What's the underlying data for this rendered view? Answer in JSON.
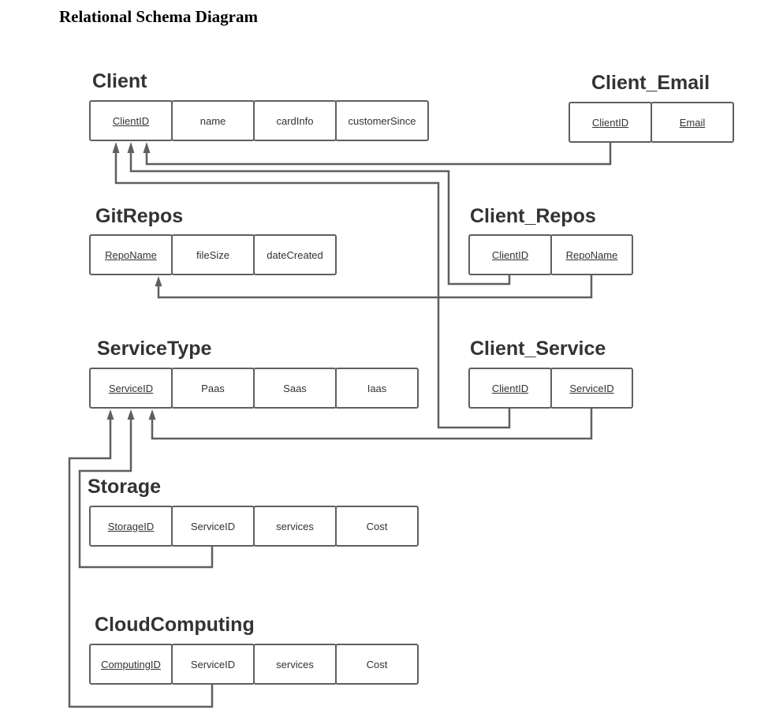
{
  "title": "Relational Schema Diagram",
  "tables": {
    "client": {
      "name": "Client",
      "columns": [
        {
          "label": "ClientID",
          "key": true
        },
        {
          "label": "name",
          "key": false
        },
        {
          "label": "cardInfo",
          "key": false
        },
        {
          "label": "customerSince",
          "key": false
        }
      ]
    },
    "client_email": {
      "name": "Client_Email",
      "columns": [
        {
          "label": "ClientID",
          "key": true
        },
        {
          "label": "Email",
          "key": true
        }
      ]
    },
    "gitrepos": {
      "name": "GitRepos",
      "columns": [
        {
          "label": "RepoName",
          "key": true
        },
        {
          "label": "fileSize",
          "key": false
        },
        {
          "label": "dateCreated",
          "key": false
        }
      ]
    },
    "client_repos": {
      "name": "Client_Repos",
      "columns": [
        {
          "label": "ClientID",
          "key": true
        },
        {
          "label": "RepoName",
          "key": true
        }
      ]
    },
    "servicetype": {
      "name": "ServiceType",
      "columns": [
        {
          "label": "ServiceID",
          "key": true
        },
        {
          "label": "Paas",
          "key": false
        },
        {
          "label": "Saas",
          "key": false
        },
        {
          "label": "Iaas",
          "key": false
        }
      ]
    },
    "client_service": {
      "name": "Client_Service",
      "columns": [
        {
          "label": "ClientID",
          "key": true
        },
        {
          "label": "ServiceID",
          "key": true
        }
      ]
    },
    "storage": {
      "name": "Storage",
      "columns": [
        {
          "label": "StorageID",
          "key": true
        },
        {
          "label": "ServiceID",
          "key": false
        },
        {
          "label": "services",
          "key": false
        },
        {
          "label": "Cost",
          "key": false
        }
      ]
    },
    "cloudcomputing": {
      "name": "CloudComputing",
      "columns": [
        {
          "label": "ComputingID",
          "key": true
        },
        {
          "label": "ServiceID",
          "key": false
        },
        {
          "label": "services",
          "key": false
        },
        {
          "label": "Cost",
          "key": false
        }
      ]
    }
  },
  "relationships": [
    {
      "from": "Client_Email.ClientID",
      "to": "Client.ClientID"
    },
    {
      "from": "Client_Repos.ClientID",
      "to": "Client.ClientID"
    },
    {
      "from": "Client_Service.ClientID",
      "to": "Client.ClientID"
    },
    {
      "from": "Client_Repos.RepoName",
      "to": "GitRepos.RepoName"
    },
    {
      "from": "Client_Service.ServiceID",
      "to": "ServiceType.ServiceID"
    },
    {
      "from": "Storage.ServiceID",
      "to": "ServiceType.ServiceID"
    },
    {
      "from": "CloudComputing.ServiceID",
      "to": "ServiceType.ServiceID"
    }
  ]
}
